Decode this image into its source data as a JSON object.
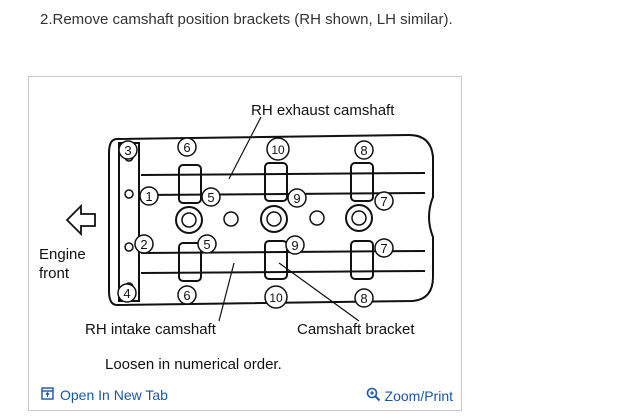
{
  "instruction": {
    "text": "2.Remove camshaft position brackets (RH shown, LH similar)."
  },
  "diagram": {
    "label_exhaust": "RH exhaust camshaft",
    "label_intake": "RH intake camshaft",
    "label_bracket": "Camshaft bracket",
    "label_engine": "Engine",
    "label_front": "front",
    "caption": "Loosen in numerical order.",
    "numbers": [
      "1",
      "2",
      "3",
      "4",
      "5",
      "6",
      "7",
      "8",
      "9",
      "10"
    ]
  },
  "footer": {
    "open_label": "Open In New Tab",
    "zoom_label": "Zoom/Print"
  },
  "colors": {
    "link": "#1a56a8",
    "frame_border": "#c8c8c8"
  }
}
